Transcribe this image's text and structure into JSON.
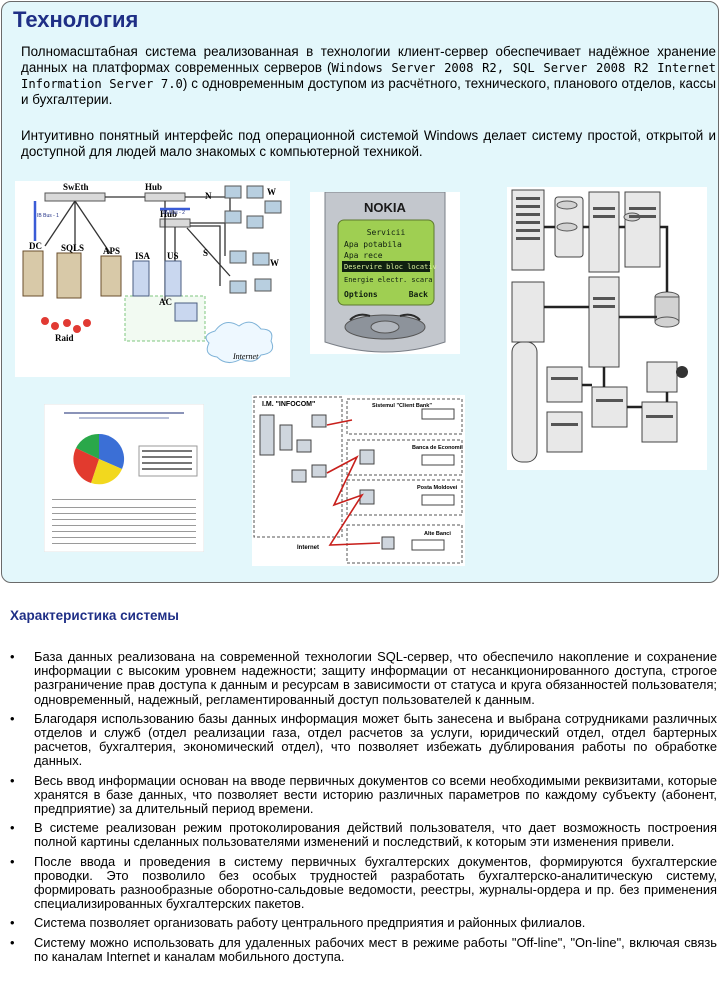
{
  "header": {
    "title": "Технология",
    "p1_a": "Полномасштабная система реализованная в технологии клиент-сервер обеспечивает надёжное хранение данных на платформах современных серверов (",
    "p1_servers": "Windows Server 2008 R2, SQL Server 2008 R2 Internet Information Server 7.0",
    "p1_b": ") с одновременным доступом из расчётного, технического, планового отделов, кассы и бухгалтерии.",
    "p2": "Интуитивно понятный интерфейс под операционной системой Windows делает систему простой, открытой и доступной для людей мало знакомых с компьютерной техникой."
  },
  "network": {
    "labels": {
      "swith": "SwEth",
      "hub1": "Hub",
      "hub2": "Hub",
      "n": "N",
      "w1": "W",
      "s": "S",
      "w2": "W",
      "dc": "DC",
      "sqls": "SQLS",
      "aps": "APS",
      "isa": "ISA",
      "us": "US",
      "ac": "AC",
      "raid": "Raid",
      "internet": "Internet",
      "bus1": "IB Bus - 1",
      "bus2": "IB Bus - 2"
    }
  },
  "phone": {
    "brand": "NOKIA",
    "menu_title": "Servicii",
    "items": [
      "Apa potabila",
      "Apa rece",
      "Deservire bloc locativ",
      "Energie electr. scara"
    ],
    "soft_left": "Options",
    "soft_right": "Back"
  },
  "infocom": {
    "title": "I.M. \"INFOCOM\"",
    "box1": "Sistemul \"Client Bank\"",
    "box2": "Banca de Economii",
    "box3": "Posta Moldovei",
    "box4": "Alte Banci",
    "internet": "Internet"
  },
  "features": {
    "heading": "Характеристика системы",
    "bullet": "•",
    "items": [
      "База данных реализована на современной технологии SQL-сервер, что обеспечило накопление и сохранение информации с высоким уровнем надежности; защиту информации от несанкционированного доступа, строгое разграничение прав доступа к данным и ресурсам в зависимости от статуса и круга обязанностей пользователя; одновременный, надежный, регламентированный доступ пользователей к данным.",
      "Благодаря использованию базы данных информация может быть занесена и выбрана сотрудниками различных отделов и служб (отдел реализации газа, отдел расчетов за услуги, юридический отдел, отдел бартерных расчетов, бухгалтерия, экономический отдел), что позволяет избежать дублирования работы по обработке данных.",
      "Весь ввод информации основан на вводе первичных документов со всеми необходимыми реквизитами, которые хранятся в базе данных, что позволяет вести историю различных параметров по каждому субъекту (абонент, предприятие) за длительный период времени.",
      "В системе реализован режим протоколирования действий пользователя, что дает возможность построения полной картины сделанных пользователями изменений и последствий, к которым эти изменения привели.",
      "После ввода и проведения в систему первичных бухгалтерских документов, формируются бухгалтерские проводки. Это позволило без особых трудностей разработать бухгалтерско-аналитическую систему, формировать разнообразные оборотно-сальдовые ведомости, реестры, журналы-ордера и пр. без применения специализированных бухгалтерских пакетов.",
      "Система позволяет организовать работу центрального предприятия и районных филиалов.",
      "Систему можно использовать для удаленных рабочих мест в режиме работы \"Off-line\", \"On-line\", включая связь по каналам Internet и каналам мобильного доступа."
    ]
  },
  "colors": {
    "panel_bg": "#e3f7fb",
    "title": "#1f2f86",
    "phone_screen": "#9fcf52",
    "pie": [
      "#3b6fd6",
      "#f2d81e",
      "#e23a2e",
      "#2aa84a"
    ]
  }
}
